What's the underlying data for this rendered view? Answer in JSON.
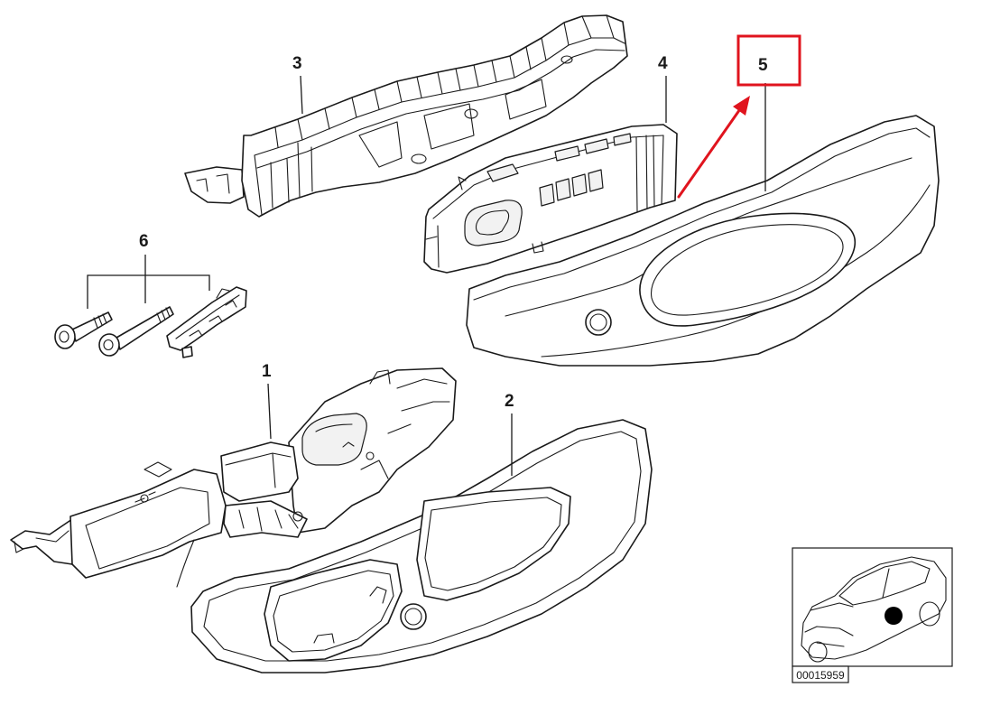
{
  "diagram": {
    "callouts": {
      "part_1": "1",
      "part_2": "2",
      "part_3": "3",
      "part_4": "4",
      "part_5": "5",
      "part_6": "6"
    },
    "catalog_number": "00015959"
  },
  "colors": {
    "line": "#1a1a1a",
    "highlight": "#e0141e",
    "background": "#ffffff",
    "location_marker": "#000000"
  }
}
